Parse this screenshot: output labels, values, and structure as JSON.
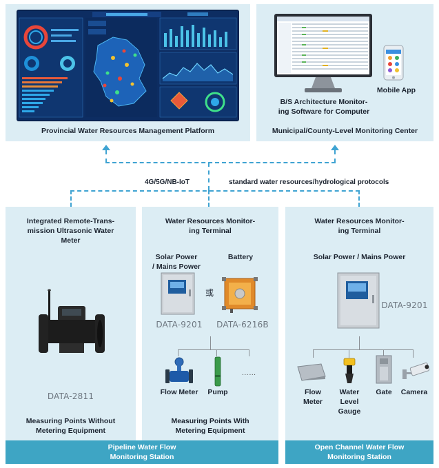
{
  "top": {
    "provincial_label": "Provincial Water Resources Management Platform",
    "municipal_label": "Municipal/County-Level Monitoring Center",
    "bs_label_line1": "B/S Architecture Monitor-",
    "bs_label_line2": "ing Software for Computer",
    "mobile_label": "Mobile App"
  },
  "network": {
    "left_label": "4G/5G/NB-IoT",
    "right_label": "standard water resources/hydrological protocols"
  },
  "col1": {
    "title_line1": "Integrated Remote-Trans-",
    "title_line2": "mission Ultrasonic Water",
    "title_line3": "Meter",
    "model": "DATA-2811",
    "bottom_line1": "Measuring Points Without",
    "bottom_line2": "Metering Equipment"
  },
  "col2": {
    "title_line1": "Water Resources Monitor-",
    "title_line2": "ing Terminal",
    "power_line1": "Solar Power",
    "power_line2": "/ Mains Power",
    "battery": "Battery",
    "or_char": "或",
    "model_a": "DATA-9201",
    "model_b": "DATA-6216B",
    "flow_meter": "Flow Meter",
    "pump": "Pump",
    "ellipsis": "……",
    "bottom_line1": "Measuring Points With",
    "bottom_line2": "Metering Equipment"
  },
  "col3": {
    "title_line1": "Water Resources Monitor-",
    "title_line2": "ing Terminal",
    "power": "Solar Power / Mains Power",
    "model": "DATA-9201",
    "flow_meter_line1": "Flow",
    "flow_meter_line2": "Meter",
    "level_line1": "Water",
    "level_line2": "Level",
    "level_line3": "Gauge",
    "gate": "Gate",
    "camera": "Camera"
  },
  "bars": {
    "pipeline_line1": "Pipeline Water Flow",
    "pipeline_line2": "Monitoring Station",
    "open_line1": "Open Channel Water Flow",
    "open_line2": "Monitoring Station"
  },
  "colors": {
    "panel_bg": "#dcedf4",
    "bar_bg": "#3ea5c4",
    "dashed": "#3fa3d2",
    "dashboard_bg": "#0c2a5c"
  }
}
